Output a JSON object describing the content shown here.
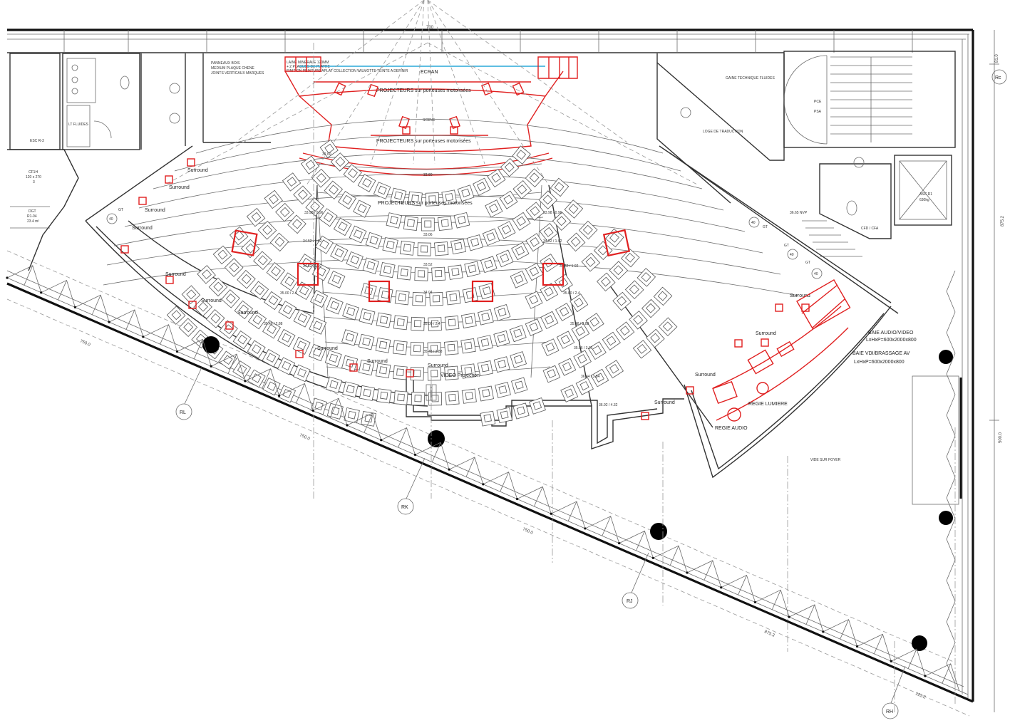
{
  "top_dimension": "700",
  "right_dims": {
    "d1": "81.0",
    "d2": "875.2",
    "d3": "500.0"
  },
  "slant_dims": {
    "d1": "750.0",
    "d2": "750.0",
    "d3": "750.0",
    "d4": "875.3",
    "d5": "125.2"
  },
  "panel_note": [
    "PANNEAUX BOIS",
    "MEDIUM PLAQUE CHENE",
    "JOINTS VERTICAUX MARQUES"
  ],
  "panel_note2": [
    "LAINE MINERALE 120MM",
    "+ 2 PLAQUES DE PLATRE",
    "FINITION PEINTURE APLAT COLLECTION WILMOTTE TEINTE A DEFINIR"
  ],
  "ecran": "ECRAN",
  "projecteurs_1": "PROJECTEURS sur porteuses motorisées",
  "scene": "SCENE",
  "projecteurs_2": "PROJECTEURS sur porteuses motorisées",
  "projecteurs_3": "PROJECTEURS sur porteuses motorisées",
  "gaine_technique": "GAINE TECHNIQUE FLUIDES",
  "loge_traduction": "LOGE DE TRADUCTION",
  "pce": "PCE",
  "psa": "PSA",
  "esc_r3": "ESC R-3",
  "lt_fluides": "LT FLUIDES",
  "cf": [
    "CF1H",
    "120 x 270",
    "3"
  ],
  "dgt": [
    "DGT",
    "R1-04",
    "23.4 m²"
  ],
  "asc": [
    "ASC R1",
    "630kg"
  ],
  "nvp": "36.65 NVP",
  "cfd": "CFD / CFA",
  "surround": "Surround",
  "video_projection": "VIDEO Projection",
  "baie_audio": [
    "BAIE AUDIO/VIDEO",
    "LxHxP=600x2000x800"
  ],
  "baie_vdi": [
    "BAIE VDI/BRASSAGE AV",
    "LxHxP=600x2000x800"
  ],
  "regie_lumiere": "REGIE LUMIERE",
  "regie_audio": "REGIE AUDIO",
  "vide_foyer": "VIDE SUR FOYER",
  "axes": {
    "rc": "Rc",
    "rl": "RL",
    "rk": "RK",
    "rj": "RJ",
    "rh": "RH"
  },
  "levels": [
    "32.60",
    "33.06",
    "33.52",
    "33.98 / 0.96",
    "34.04",
    "34.52 / 1.92",
    "35.00 / 2.4",
    "35.48 / 2.88",
    "35.96 / 3.36",
    "36.44 / 3.84",
    "36.92 / 4.32"
  ],
  "seat_badges": [
    "40",
    "40",
    "40",
    "40"
  ],
  "seat_tags": [
    "GT",
    "GT",
    "GT",
    "GT"
  ]
}
